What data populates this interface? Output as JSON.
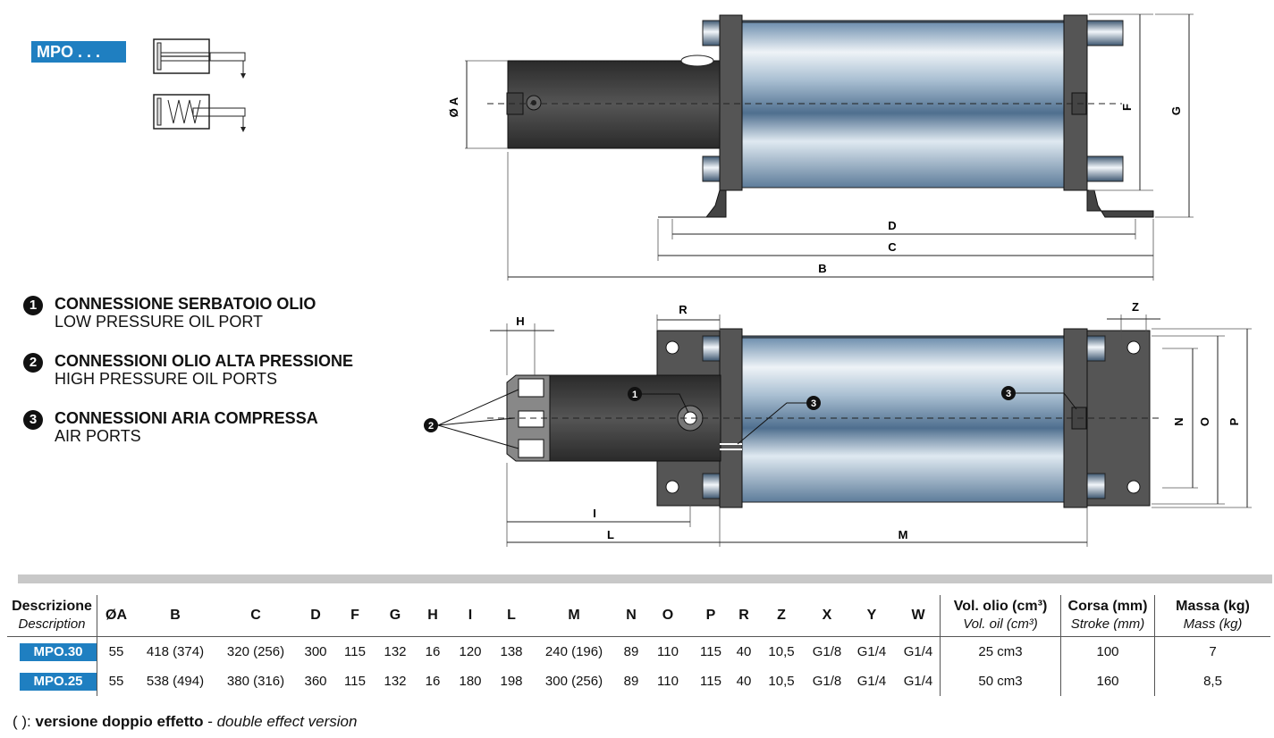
{
  "header": {
    "series_badge": "MPO . .  ."
  },
  "legend": [
    {
      "num": "1",
      "it": "CONNESSIONE SERBATOIO OLIO",
      "en": "LOW PRESSURE OIL PORT"
    },
    {
      "num": "2",
      "it": "CONNESSIONI OLIO ALTA PRESSIONE",
      "en": "HIGH PRESSURE OIL PORTS"
    },
    {
      "num": "3",
      "it": "CONNESSIONI ARIA COMPRESSA",
      "en": "AIR PORTS"
    }
  ],
  "drawing": {
    "dims": {
      "A": "Ø A",
      "B": "B",
      "C": "C",
      "D": "D",
      "F": "F",
      "G": "G",
      "H": "H",
      "I": "I",
      "L": "L",
      "M": "M",
      "N": "N",
      "O": "O",
      "P": "P",
      "R": "R",
      "Z": "Z"
    },
    "callouts": {
      "c1": "1",
      "c2": "2",
      "c3": "3"
    }
  },
  "table": {
    "desc_it": "Descrizione",
    "desc_en": "Description",
    "cols": [
      "ØA",
      "B",
      "C",
      "D",
      "F",
      "G",
      "H",
      "I",
      "L",
      "M",
      "N",
      "O",
      "P",
      "R",
      "Z",
      "X",
      "Y",
      "W"
    ],
    "vol_it": "Vol. olio (cm³)",
    "vol_en": "Vol. oil (cm³)",
    "stroke_it": "Corsa (mm)",
    "stroke_en": "Stroke (mm)",
    "mass_it": "Massa (kg)",
    "mass_en": "Mass (kg)",
    "rows": [
      {
        "model": "MPO.30",
        "values": [
          "55",
          "418 (374)",
          "320 (256)",
          "300",
          "115",
          "132",
          "16",
          "120",
          "138",
          "240 (196)",
          "89",
          "110",
          "115",
          "40",
          "10,5",
          "G1/8",
          "G1/4",
          "G1/4"
        ],
        "vol": "25 cm3",
        "stroke": "100",
        "mass": "7"
      },
      {
        "model": "MPO.25",
        "values": [
          "55",
          "538 (494)",
          "380 (316)",
          "360",
          "115",
          "132",
          "16",
          "180",
          "198",
          "300 (256)",
          "89",
          "110",
          "115",
          "40",
          "10,5",
          "G1/8",
          "G1/4",
          "G1/4"
        ],
        "vol": "50 cm3",
        "stroke": "160",
        "mass": "8,5"
      }
    ]
  },
  "footnote": {
    "prefix": "( ): ",
    "bold": "versione doppio effetto",
    "sep": " - ",
    "italic": "double effect version"
  }
}
